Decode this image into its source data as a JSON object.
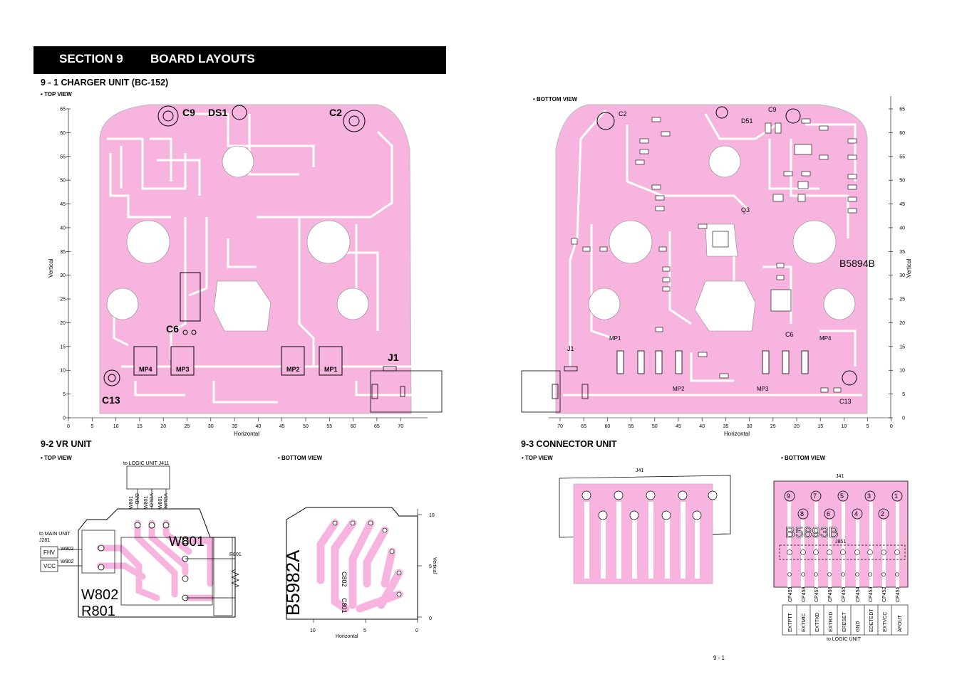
{
  "section": {
    "number": "SECTION 9",
    "title": "BOARD LAYOUTS"
  },
  "charger": {
    "heading": "9 - 1 CHARGER UNIT (BC-152)",
    "top_view": "• TOP VIEW",
    "bottom_view": "• BOTTOM VIEW",
    "vertical": "Vertical",
    "horizontal": "Horizontal",
    "top_x_ticks": [
      "0",
      "5",
      "10",
      "15",
      "20",
      "25",
      "30",
      "35",
      "40",
      "45",
      "50",
      "55",
      "60",
      "65",
      "70"
    ],
    "bottom_x_ticks": [
      "70",
      "65",
      "60",
      "55",
      "50",
      "45",
      "40",
      "35",
      "30",
      "25",
      "20",
      "15",
      "10",
      "5",
      "0"
    ],
    "y_ticks": [
      "0",
      "5",
      "10",
      "15",
      "20",
      "25",
      "30",
      "35",
      "40",
      "45",
      "50",
      "55",
      "60",
      "65"
    ],
    "top_labels": {
      "c9": "C9",
      "ds1": "DS1",
      "c2": "C2",
      "c6": "C6",
      "c13": "C13",
      "j1": "J1",
      "mp4": "MP4",
      "mp3": "MP3",
      "mp2": "MP2",
      "mp1": "MP1"
    },
    "bottom_labels": {
      "c2": "C2",
      "ds1": "D51",
      "c9": "C9",
      "q3": "Q3",
      "j1": "J1",
      "mp1": "MP1",
      "mp2": "MP2",
      "mp3": "MP3",
      "mp4": "MP4",
      "c6": "C6",
      "c13": "C13",
      "board": "B5894B"
    }
  },
  "vr": {
    "heading": "9-2 VR UNIT",
    "top_view": "• TOP VIEW",
    "bottom_view": "• BOTTOM VIEW",
    "to_logic": "to LOGIC UNIT J411",
    "wires": [
      "GND",
      "VOLO",
      "VOLIN"
    ],
    "w801": "W801",
    "to_main": "to MAIN UNIT",
    "j281": "J281",
    "fhv": "FHV",
    "vcc": "VCC",
    "w802": "W802",
    "r801": "R801",
    "board_w801": "W801",
    "board_w802": "W802",
    "board_r801": "R801",
    "board_code": "B5982A",
    "c801": "C801",
    "c802": "C802",
    "vertical": "Vertical",
    "horizontal": "Horizontal",
    "x_ticks": [
      "10",
      "5",
      "0"
    ],
    "y_ticks": [
      "10",
      "5",
      "0"
    ]
  },
  "conn": {
    "heading": "9-3 CONNECTOR UNIT",
    "top_view": "• TOP VIEW",
    "bottom_view": "• BOTTOM VIEW",
    "j41_top": "J41",
    "j41_bottom": "J41",
    "j851": "J851",
    "board": "B5893B",
    "pin_top": [
      "9",
      "7",
      "5",
      "3",
      "1"
    ],
    "pin_bottom": [
      "8",
      "6",
      "4",
      "2"
    ],
    "cp": [
      "CP459",
      "CP458",
      "CP457",
      "CP456",
      "CP455",
      "CP454",
      "CP453",
      "CP452",
      "CP451"
    ],
    "signals": [
      "EXTPTT",
      "EXTMIC",
      "EXTTXD",
      "EXTRXD",
      "ERESET",
      "GND",
      "EDETEDT",
      "EXTVCC",
      "AFOUT"
    ],
    "to_logic": "to LOGIC UNIT"
  },
  "page_number": "9 - 1",
  "colors": {
    "board": "#f7b4de",
    "trace": "#ffffff",
    "ink": "#000000"
  }
}
